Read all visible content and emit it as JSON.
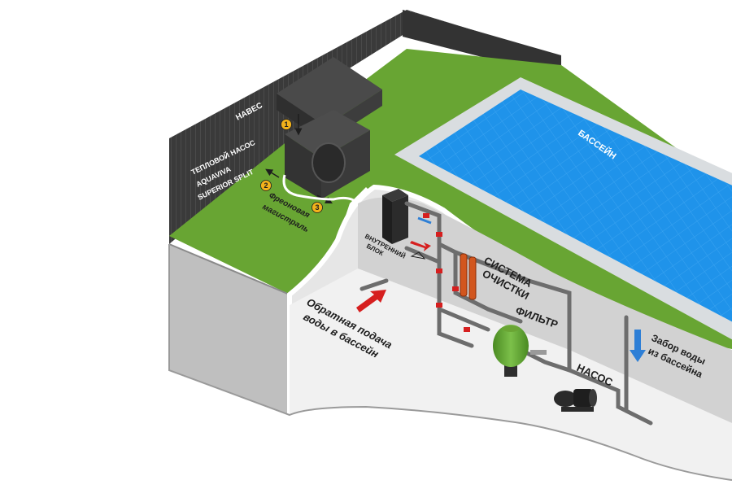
{
  "labels": {
    "canopy": "НАВЕС",
    "heat_pump_line1": "ТЕПЛОВОЙ НАСОС",
    "heat_pump_line2": "AQUAVIVA",
    "heat_pump_line3": "SUPERIOR SPLIT",
    "freon_line1": "Фреоновая",
    "freon_line2": "магистраль",
    "pool": "БАССЕЙН",
    "indoor_unit_line1": "ВНУТРЕННИЙ",
    "indoor_unit_line2": "БЛОК",
    "treatment_line1": "СИСТЕМА",
    "treatment_line2": "ОЧИСТКИ",
    "filter": "ФИЛЬТР",
    "pump": "НАСОС",
    "return_line1": "Обратная подача",
    "return_line2": "воды в бассейн",
    "intake_line1": "Забор воды",
    "intake_line2": "из бассейна"
  },
  "markers": [
    "1",
    "2",
    "3"
  ],
  "colors": {
    "wall_dark": "#3c3c3c",
    "grass": "#6aa534",
    "pool_water": "#1e8fe6",
    "ground": "#c9c9c9",
    "room_floor": "#ececec",
    "filter_green": "#5a9a2c",
    "accent_red": "#d61f1f",
    "marker_yellow": "#f2b21b",
    "intake_arrow": "#2e7fd6"
  }
}
